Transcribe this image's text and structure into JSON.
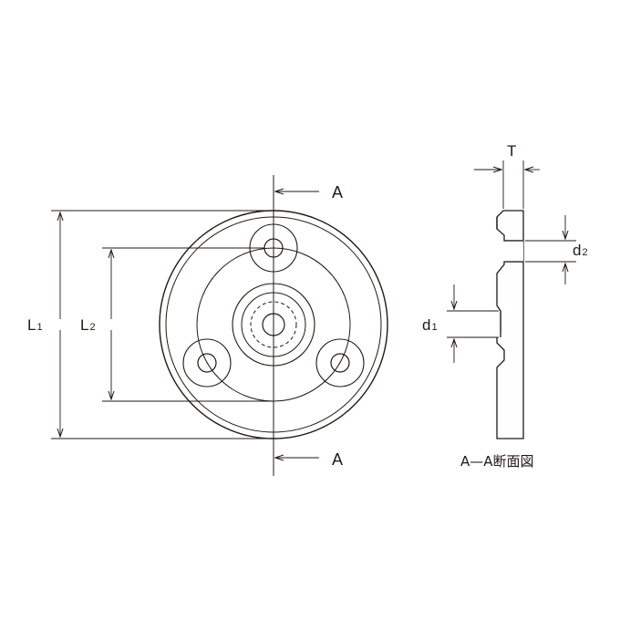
{
  "labels": {
    "section_mark": "A",
    "thickness": "T",
    "outer_dim_main": "L",
    "outer_dim_sub": "1",
    "pcd_dim_main": "L",
    "pcd_dim_sub": "2",
    "center_hole_main": "d",
    "center_hole_sub": "1",
    "mount_hole_main": "d",
    "mount_hole_sub": "2",
    "section_caption": "A—A断面図"
  },
  "colors": {
    "line": "#231815",
    "background": "#ffffff"
  }
}
